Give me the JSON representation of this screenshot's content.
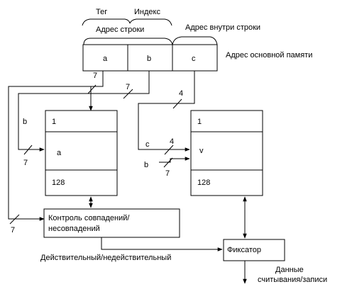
{
  "labels": {
    "teg": "Тег",
    "index": "Индекс",
    "row_address": "Адрес строки",
    "in_row_address": "Адрес внутри строки",
    "main_memory_address": "Адрес основной памяти",
    "valid_invalid": "Действительный/недействительный",
    "data_line1": "Данные",
    "data_line2": "считывания/записи"
  },
  "address_register": {
    "field_a": "a",
    "field_b": "b",
    "field_c": "c"
  },
  "tag_memory": {
    "first_row": "1",
    "content": "a",
    "last_row": "128"
  },
  "data_memory": {
    "first_row": "1",
    "content": "v",
    "last_row": "128"
  },
  "comparator": {
    "line1": "Контроль совпадений/",
    "line2": "несовпадений"
  },
  "latch": {
    "label": "Фиксатор"
  },
  "bus_marks": {
    "a_bus": "7",
    "b_bus": "7",
    "c_bus": "4",
    "b_to_tag_label": "b",
    "b_to_tag_width": "7",
    "c_to_data_label": "c",
    "c_to_data_width": "4",
    "b_to_data_label": "b",
    "b_to_data_width": "7",
    "compare_width": "7"
  }
}
